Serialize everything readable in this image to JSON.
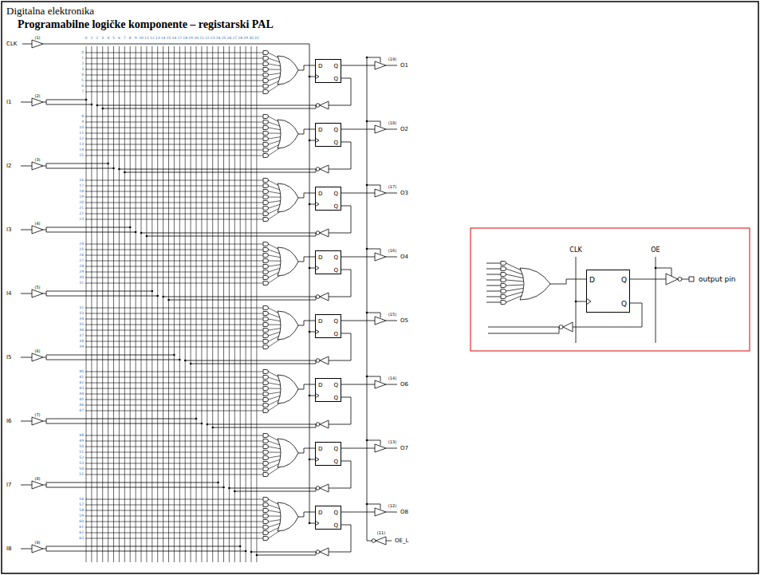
{
  "diagram": {
    "title": "Programabilne logičke komponente – registarski PAL",
    "nodes": [
      {
        "text": [
          "D",
          "Q",
          "Q"
        ]
      },
      {
        "text": [
          "D",
          "Q",
          "Q"
        ]
      },
      {
        "text": [
          "D",
          "Q",
          "Q"
        ]
      },
      {
        "text": [
          "D",
          "Q",
          "Q"
        ]
      },
      {
        "text": [
          "D",
          "Q",
          "Q"
        ]
      },
      {
        "text": [
          "D",
          "Q",
          "Q"
        ]
      },
      {
        "text": [
          "D",
          "Q",
          "Q"
        ]
      },
      {
        "text": [
          "D",
          "Q",
          "Q"
        ]
      },
      {
        "text": [
          "D",
          "Q",
          "Q"
        ]
      }
    ],
    "labels": [
      "Digitalna elektronika",
      "CLK",
      "(1)",
      "0",
      "1",
      "2",
      "3",
      "4",
      "5",
      "6",
      "7",
      "8",
      "9",
      "10",
      "11",
      "12",
      "13",
      "14",
      "15",
      "16",
      "17",
      "18",
      "19",
      "20",
      "21",
      "22",
      "23",
      "24",
      "25",
      "26",
      "27",
      "28",
      "29",
      "30",
      "31",
      "0",
      "1",
      "2",
      "3",
      "4",
      "5",
      "6",
      "7",
      "8",
      "9",
      "10",
      "11",
      "12",
      "13",
      "14",
      "15",
      "16",
      "17",
      "18",
      "19",
      "20",
      "21",
      "22",
      "23",
      "24",
      "25",
      "26",
      "27",
      "28",
      "29",
      "30",
      "31",
      "32",
      "33",
      "34",
      "35",
      "36",
      "37",
      "38",
      "39",
      "40",
      "41",
      "42",
      "43",
      "44",
      "45",
      "46",
      "47",
      "48",
      "49",
      "50",
      "51",
      "52",
      "53",
      "54",
      "55",
      "56",
      "57",
      "58",
      "59",
      "60",
      "61",
      "62",
      "63",
      "I1",
      "(2)",
      "O1",
      "(19)",
      "I2",
      "(3)",
      "O2",
      "(18)",
      "I3",
      "(4)",
      "O3",
      "(17)",
      "I4",
      "(5)",
      "O4",
      "(16)",
      "I5",
      "(6)",
      "O5",
      "(15)",
      "I6",
      "(7)",
      "O6",
      "(14)",
      "I7",
      "(8)",
      "O7",
      "(13)",
      "I8",
      "(9)",
      "O8",
      "(12)",
      "OE_L",
      "(11)",
      "CLK",
      "OE",
      "output pin"
    ]
  }
}
